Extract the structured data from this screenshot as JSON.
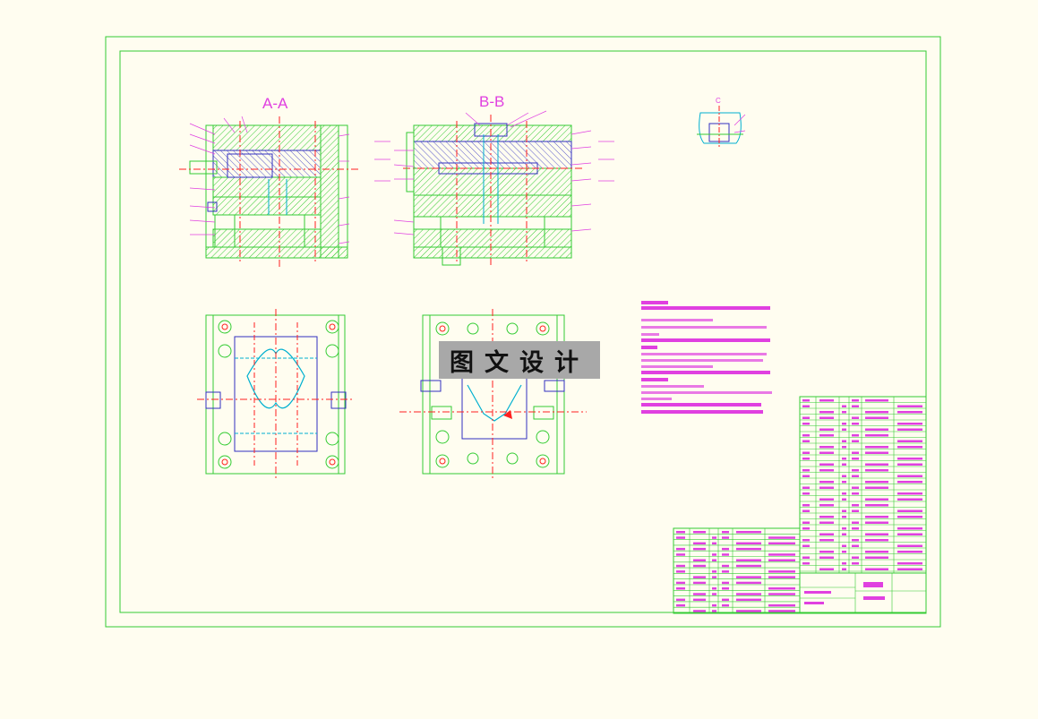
{
  "drawing": {
    "section_a_label": "A-A",
    "section_b_label": "B-B",
    "detail_label": "C",
    "watermark": "图文设计"
  },
  "colors": {
    "background": "#fffdf0",
    "frame": "#33cc33",
    "annotation": "#e040e0",
    "centerline": "#ff2020",
    "hidden": "#00b0d0",
    "part": "#3030c0"
  }
}
